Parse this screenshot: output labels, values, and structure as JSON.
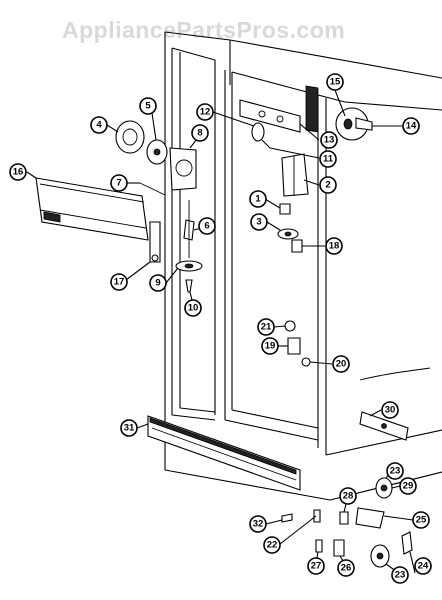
{
  "watermark": "AppliancePartsPros.com",
  "callouts": [
    {
      "id": "4",
      "label": "4"
    },
    {
      "id": "5",
      "label": "5"
    },
    {
      "id": "6",
      "label": "6"
    },
    {
      "id": "7",
      "label": "7"
    },
    {
      "id": "8",
      "label": "8"
    },
    {
      "id": "9",
      "label": "9"
    },
    {
      "id": "10",
      "label": "10"
    },
    {
      "id": "16",
      "label": "16"
    },
    {
      "id": "17",
      "label": "17"
    },
    {
      "id": "12",
      "label": "12"
    },
    {
      "id": "13",
      "label": "13"
    },
    {
      "id": "11",
      "label": "11"
    },
    {
      "id": "15",
      "label": "15"
    },
    {
      "id": "14",
      "label": "14"
    },
    {
      "id": "1",
      "label": "1"
    },
    {
      "id": "2",
      "label": "2"
    },
    {
      "id": "3",
      "label": "3"
    },
    {
      "id": "18",
      "label": "18"
    },
    {
      "id": "21",
      "label": "21"
    },
    {
      "id": "19",
      "label": "19"
    },
    {
      "id": "20",
      "label": "20"
    },
    {
      "id": "31",
      "label": "31"
    },
    {
      "id": "30",
      "label": "30"
    },
    {
      "id": "23a",
      "label": "23"
    },
    {
      "id": "29",
      "label": "29"
    },
    {
      "id": "28",
      "label": "28"
    },
    {
      "id": "25",
      "label": "25"
    },
    {
      "id": "32",
      "label": "32"
    },
    {
      "id": "22",
      "label": "22"
    },
    {
      "id": "27",
      "label": "27"
    },
    {
      "id": "26",
      "label": "26"
    },
    {
      "id": "23b",
      "label": "23"
    },
    {
      "id": "24",
      "label": "24"
    }
  ]
}
